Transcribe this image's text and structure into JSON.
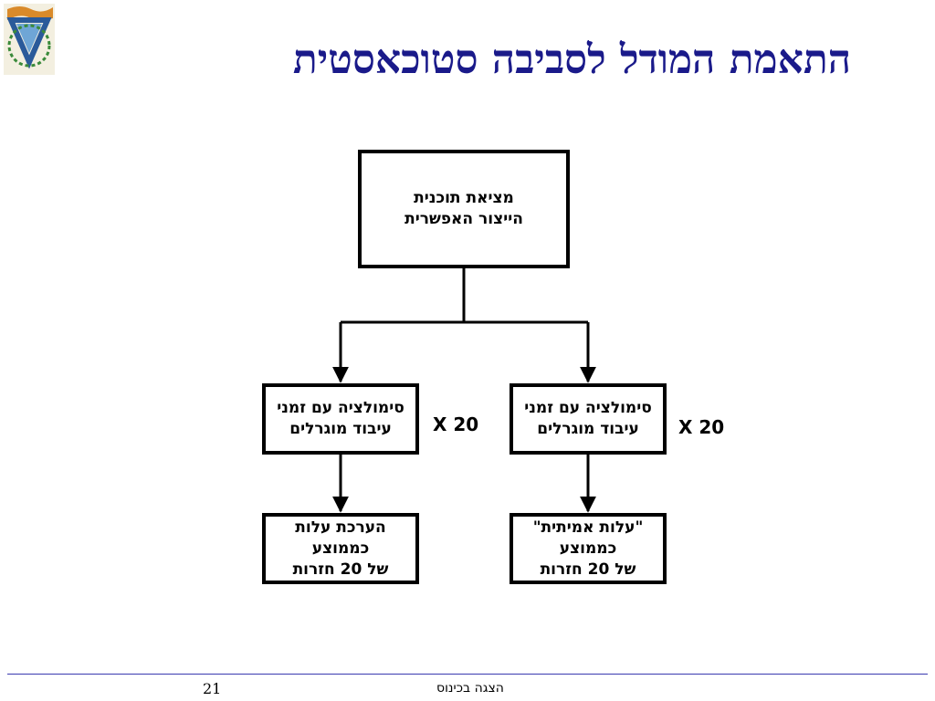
{
  "slide": {
    "title": "התאמת המודל לסביבה סטוכאסטית",
    "page_number": "21",
    "footer": "הצגה בכינוס"
  },
  "logo": {
    "icon": "technion-logo-icon"
  },
  "diagram": {
    "top_box": "מציאת תוכנית\nהייצור האפשרית",
    "left_sim": "סימולציה עם זמני\nעיבוד מוגרלים",
    "right_sim": "סימולציה עם זמני\nעיבוד מוגרלים",
    "left_rep": "X 20",
    "right_rep": "X 20",
    "left_result": "הערכת עלות\nכממוצע\nשל 20 חזרות",
    "right_result": "\"עלות אמיתית\"\nכממוצע\nשל 20 חזרות"
  },
  "colors": {
    "title": "#1a1a8a",
    "footer_line": "#3a3ab0"
  }
}
